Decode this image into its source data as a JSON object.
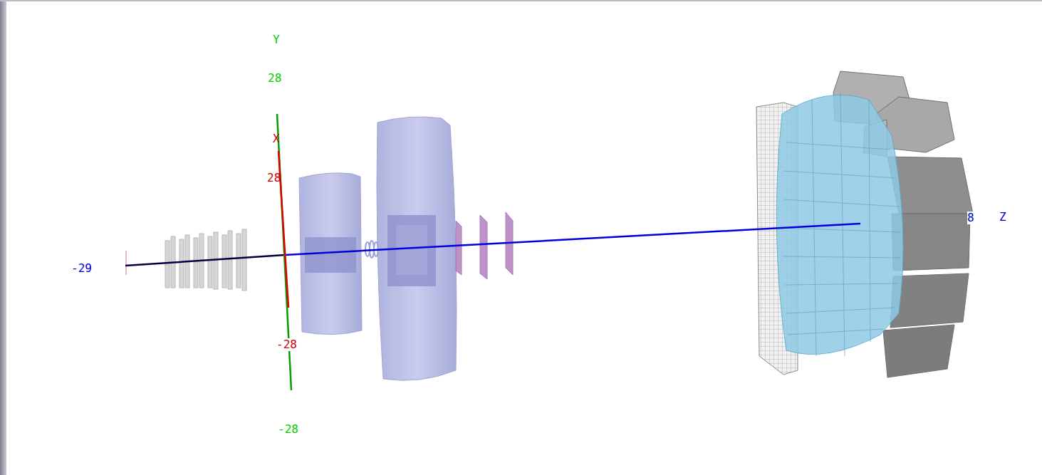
{
  "diagram": {
    "labels": [
      "Y",
      "28",
      "X",
      "28",
      "-29",
      "8",
      "Z",
      "-28",
      "-28"
    ]
  }
}
